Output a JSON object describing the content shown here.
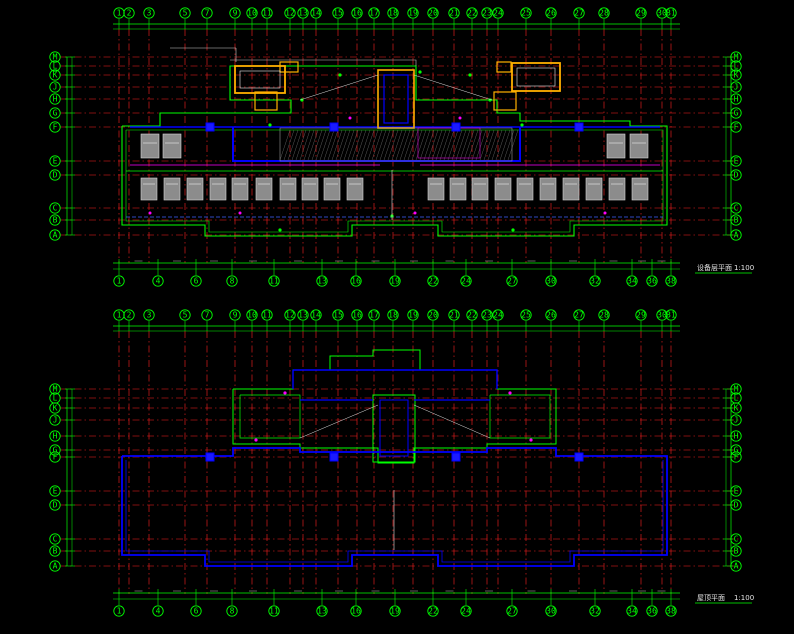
{
  "plans": [
    {
      "id": "plan-1",
      "col_labels": [
        "1",
        "2",
        "3",
        "5",
        "7",
        "9",
        "10",
        "11",
        "12",
        "13",
        "14",
        "15",
        "16",
        "17",
        "18",
        "19",
        "20",
        "21",
        "22",
        "23",
        "24",
        "25",
        "26",
        "27",
        "28",
        "29",
        "30",
        "31",
        "32",
        "33",
        "34",
        "35",
        "36",
        "37",
        "38"
      ],
      "row_labels": [
        "M",
        "L",
        "K",
        "J",
        "H",
        "G",
        "F",
        "E",
        "D",
        "C",
        "B",
        "A"
      ],
      "bottom_col_labels": [
        "1",
        "4",
        "6",
        "8",
        "11",
        "13",
        "16",
        "19",
        "22",
        "24",
        "27",
        "30",
        "32",
        "34",
        "36",
        "38"
      ],
      "title": "设备层平面",
      "scale": "1:100"
    },
    {
      "id": "plan-2",
      "col_labels": [
        "1",
        "2",
        "3",
        "5",
        "7",
        "9",
        "10",
        "11",
        "12",
        "13",
        "14",
        "15",
        "16",
        "17",
        "18",
        "19",
        "20",
        "21",
        "22",
        "23",
        "24",
        "25",
        "26",
        "27",
        "28",
        "29",
        "30",
        "31",
        "32",
        "33",
        "34",
        "35",
        "36",
        "37",
        "38"
      ],
      "row_labels": [
        "M",
        "L",
        "K",
        "J",
        "H",
        "G",
        "F",
        "E",
        "D",
        "C",
        "B",
        "A"
      ],
      "bottom_col_labels": [
        "1",
        "4",
        "6",
        "8",
        "11",
        "13",
        "16",
        "19",
        "22",
        "24",
        "27",
        "30",
        "32",
        "34",
        "36",
        "38"
      ],
      "title": "屋顶平面",
      "scale": "1:100"
    }
  ],
  "colors": {
    "background": "#000000",
    "grid_axis": "#ff2020",
    "bubble": "#00ff00",
    "wall": "#0000ff",
    "outline": "#00ff00",
    "core": "#ffb000",
    "accent": "#ff00ff",
    "tank": "#8c8c8c"
  }
}
